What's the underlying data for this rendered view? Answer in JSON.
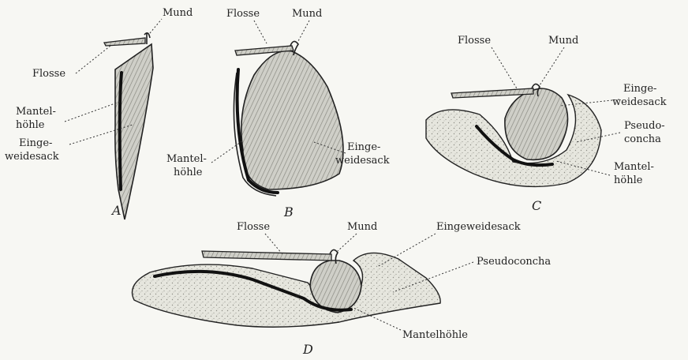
{
  "figure": {
    "A": {
      "letter": "A",
      "labels": {
        "mund": "Mund",
        "flosse": "Flosse",
        "mantelhoehle_1": "Mantel-",
        "mantelhoehle_2": "höhle",
        "eingeweidesack_1": "Einge-",
        "eingeweidesack_2": "weidesack"
      }
    },
    "B": {
      "letter": "B",
      "labels": {
        "flosse": "Flosse",
        "mund": "Mund",
        "mantelhoehle_1": "Mantel-",
        "mantelhoehle_2": "höhle",
        "eingeweidesack_1": "Einge-",
        "eingeweidesack_2": "weidesack"
      }
    },
    "C": {
      "letter": "C",
      "labels": {
        "flosse": "Flosse",
        "mund": "Mund",
        "eingeweidesack_1": "Einge-",
        "eingeweidesack_2": "weidesack",
        "pseudoconcha_1": "Pseudo-",
        "pseudoconcha_2": "concha",
        "mantelhoehle_1": "Mantel-",
        "mantelhoehle_2": "höhle"
      }
    },
    "D": {
      "letter": "D",
      "labels": {
        "flosse": "Flosse",
        "mund": "Mund",
        "eingeweidesack": "Eingeweidesack",
        "pseudoconcha": "Pseudoconcha",
        "mantelhoehle": "Mantelhöhle"
      }
    }
  }
}
